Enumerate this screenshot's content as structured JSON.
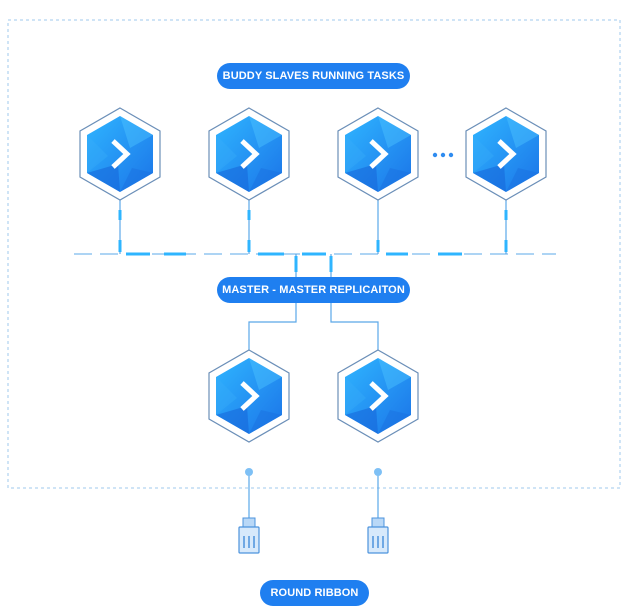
{
  "labels": {
    "slaves": "BUDDY SLAVES RUNNING TASKS",
    "replication": "MASTER - MASTER REPLICAITON",
    "ribbon": "ROUND RIBBON"
  },
  "colors": {
    "accent": "#1f7ff0",
    "line": "#5ba8e8",
    "dash": "#3aa6ee",
    "border": "#9fc9ec",
    "hex_outline": "#6b8fb8"
  },
  "icons": {
    "node": "buddy-chevron-hexagon-icon",
    "ellipsis": "more-dots-icon",
    "connector": "network-plug-icon"
  }
}
